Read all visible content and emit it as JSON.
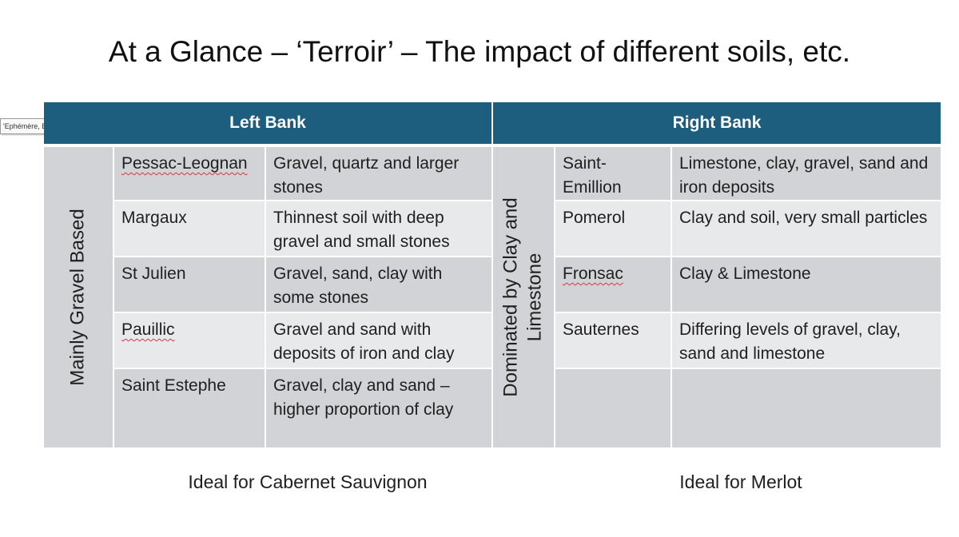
{
  "title": "At a Glance – ‘Terroir’ – The impact of different soils, etc.",
  "tooltip": "'Ephémère, B...",
  "left_bank": {
    "header": "Left Bank",
    "side_label": "Mainly Gravel Based",
    "rows": [
      {
        "region": "Pessac-Leognan",
        "soil": "Gravel, quartz and larger stones"
      },
      {
        "region": "Margaux",
        "soil": "Thinnest soil with deep gravel and small stones"
      },
      {
        "region": "St Julien",
        "soil": "Gravel, sand, clay with some stones"
      },
      {
        "region": "Pauillic",
        "soil": "Gravel and sand with deposits of iron and clay"
      },
      {
        "region": "Saint Estephe",
        "soil": "Gravel, clay and sand – higher proportion of clay"
      }
    ],
    "footer": "Ideal for Cabernet Sauvignon"
  },
  "right_bank": {
    "header": "Right Bank",
    "side_label_line1": "Dominated by Clay and",
    "side_label_line2": "Limestone",
    "rows": [
      {
        "region": "Saint-Emillion",
        "soil": "Limestone, clay, gravel, sand and iron deposits"
      },
      {
        "region": "Pomerol",
        "soil": "Clay and soil, very small particles"
      },
      {
        "region": "Fronsac",
        "soil": "Clay & Limestone"
      },
      {
        "region": "Sauternes",
        "soil": "Differing levels of gravel, clay, sand and limestone"
      },
      {
        "region": "",
        "soil": ""
      }
    ],
    "footer": "Ideal for Merlot"
  },
  "colors": {
    "header_bg": "#1d5d7e",
    "row_dark": "#d1d3d7",
    "row_light": "#e8e9eb",
    "spell_underline": "#d23a3a"
  }
}
